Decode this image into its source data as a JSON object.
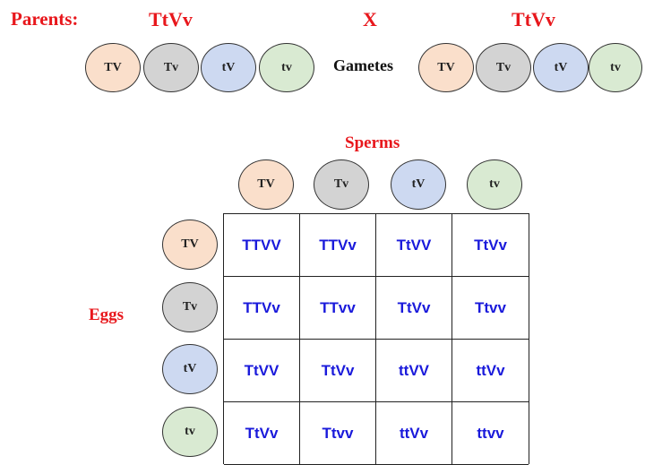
{
  "parents": {
    "label": "Parents:",
    "parent1": "TtVv",
    "cross": "X",
    "parent2": "TtVv"
  },
  "gametes_label": "Gametes",
  "sperms_label": "Sperms",
  "eggs_label": "Eggs",
  "gametes": [
    {
      "label": "TV",
      "color": "#fadfcb"
    },
    {
      "label": "Tv",
      "color": "#d3d3d3"
    },
    {
      "label": "tV",
      "color": "#cdd9f1"
    },
    {
      "label": "tv",
      "color": "#d9ead2"
    }
  ],
  "punnett": [
    [
      "TTVV",
      "TTVv",
      "TtVV",
      "TtVv"
    ],
    [
      "TTVv",
      "TTvv",
      "TtVv",
      "Ttvv"
    ],
    [
      "TtVV",
      "TtVv",
      "ttVV",
      "ttVv"
    ],
    [
      "TtVv",
      "Ttvv",
      "ttVv",
      "ttvv"
    ]
  ]
}
